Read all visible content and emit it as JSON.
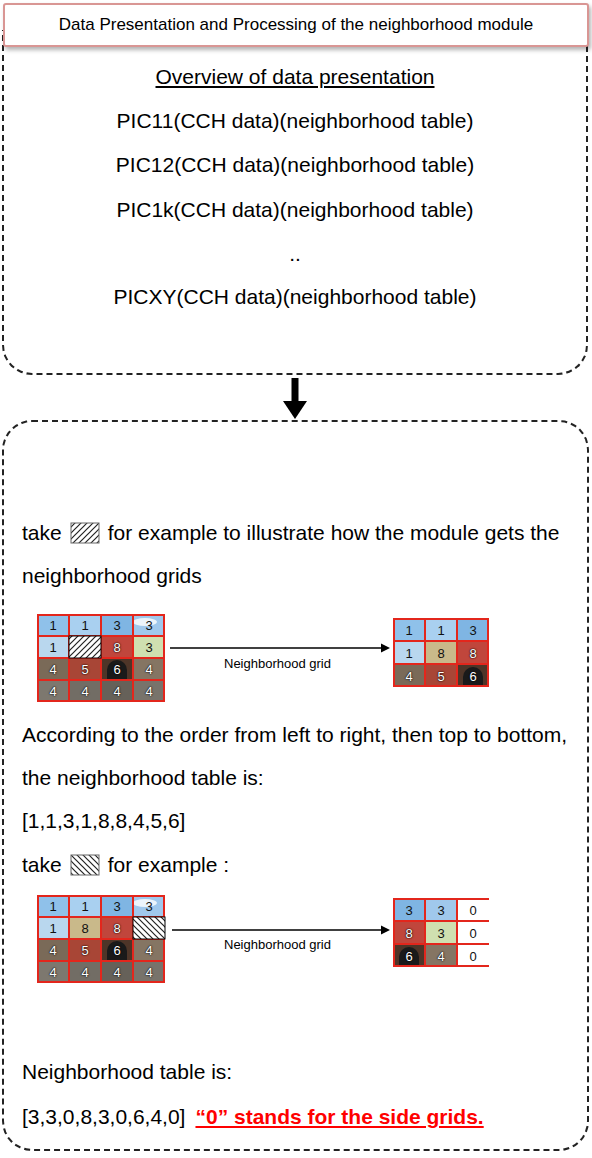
{
  "diagram": {
    "nodes": [
      {
        "text": [
          "Data Presentation and Processing of the neighborhood module"
        ]
      },
      {
        "text": [
          "Overview of data presentation",
          "PIC11(CCH data)(neighborhood table)",
          "PIC12(CCH data)(neighborhood table)",
          "PIC1k(CCH data)(neighborhood table)",
          "..",
          "PICXY(CCH data)(neighborhood table)"
        ]
      },
      {
        "text": [
          "take",
          "for example to illustrate how the module gets the neighborhood grids",
          "Neighborhood grid",
          "According to the order from left to right, then top to bottom, the neighborhood table is:",
          "[1,1,3,1,8,8,4,5,6]",
          "take",
          "for example :",
          "Neighborhood grid",
          "Neighborhood table is:",
          "[3,3,0,8,3,0,6,4,0]",
          "“0” stands for the side grids."
        ]
      }
    ],
    "edges": [
      {
        "from": 1,
        "to": 2,
        "arrow": "to"
      }
    ],
    "labels": [
      "1",
      "1",
      "3",
      "3",
      "1",
      "8",
      "3",
      "4",
      "5",
      "6",
      "4",
      "4",
      "4",
      "4",
      "4",
      "1",
      "1",
      "3",
      "1",
      "8",
      "8",
      "4",
      "5",
      "6",
      "1",
      "1",
      "3",
      "3",
      "1",
      "8",
      "8",
      "4",
      "5",
      "6",
      "4",
      "4",
      "4",
      "4",
      "4",
      "3",
      "3",
      "0",
      "8",
      "3",
      "0",
      "6",
      "4",
      "0"
    ]
  }
}
